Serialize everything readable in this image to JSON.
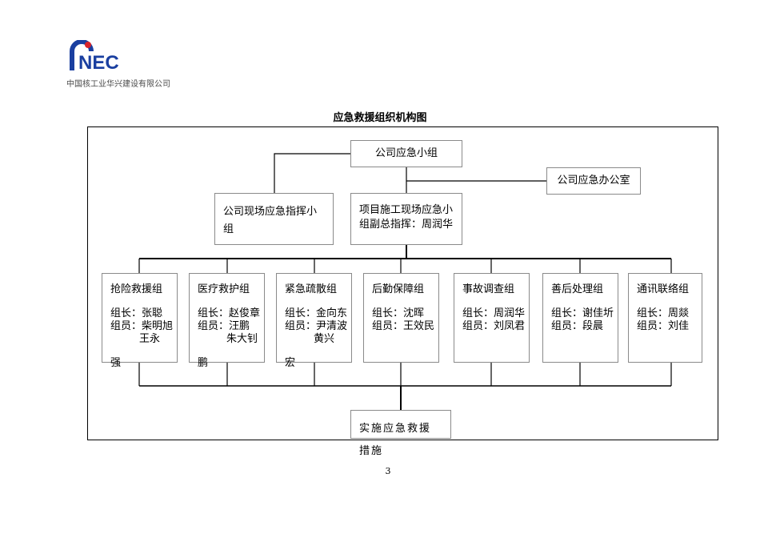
{
  "header": {
    "logo_text": "NEC",
    "company_name": "中国核工业华兴建设有限公司"
  },
  "document": {
    "title": "应急救援组织机构图",
    "page_number": "3"
  },
  "org_chart": {
    "top_group": "公司应急小组",
    "office": "公司应急办公室",
    "site_command": "公司现场应急指挥小组",
    "project_site": "项目施工现场应急小组副总指挥：周润华",
    "teams": [
      {
        "name": "抢险救援组",
        "leader": "组长：张聪",
        "members_line1": "组员：柴明旭",
        "members_line2": "王永",
        "tail": "强"
      },
      {
        "name": "医疗救护组",
        "leader": "组长：赵俊章",
        "members_line1": "组员：汪鹏",
        "members_line2": "朱大钊",
        "tail": "鹏"
      },
      {
        "name": "紧急疏散组",
        "leader": "组长：金向东",
        "members_line1": "组员：尹清波",
        "members_line2": "黄兴",
        "tail": "宏"
      },
      {
        "name": "后勤保障组",
        "leader": "组长：沈晖",
        "members_line1": "组员：王效民",
        "members_line2": "",
        "tail": ""
      },
      {
        "name": "事故调查组",
        "leader": "组长：周润华",
        "members_line1": "组员：刘凤君",
        "members_line2": "",
        "tail": ""
      },
      {
        "name": "善后处理组",
        "leader": "组长：谢佳圻",
        "members_line1": "组员：段晨",
        "members_line2": "",
        "tail": ""
      },
      {
        "name": "通讯联络组",
        "leader": "组长：周燚",
        "members_line1": "组员：刘佳",
        "members_line2": "",
        "tail": ""
      }
    ],
    "implementation": "实施应急救援措施"
  },
  "colors": {
    "logo_blue": "#1a3fa0",
    "logo_red": "#d8232a",
    "box_border": "#8a8a8a",
    "line": "#000000"
  }
}
